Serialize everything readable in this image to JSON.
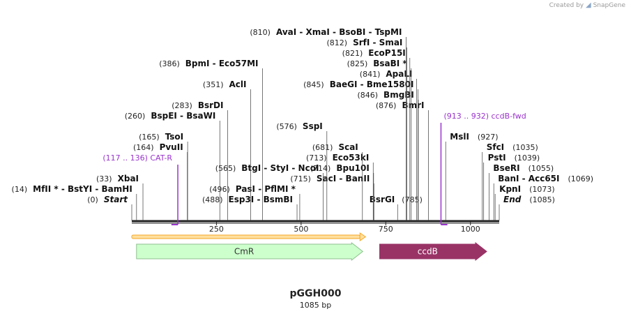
{
  "credit": {
    "prefix": "Created by",
    "logo": "SnapGene"
  },
  "title": "pGGH000",
  "subtitle": "1085 bp",
  "chart_data": {
    "type": "plasmid-map",
    "length": 1085,
    "axis": {
      "ticks": [
        250,
        500,
        750,
        1000
      ]
    },
    "sites": [
      {
        "pos": "(0)",
        "names": [
          "Start"
        ],
        "italic": true,
        "at": 0,
        "row": 0
      },
      {
        "pos": "(488)",
        "names": [
          "Esp3I",
          "BsmBI"
        ],
        "at": 488,
        "row": 0
      },
      {
        "pos": "(785)",
        "names": [
          "BsrGI"
        ],
        "at": 785,
        "row": 0,
        "after": true
      },
      {
        "pos": "(1085)",
        "names": [
          "End"
        ],
        "italic": true,
        "at": 1085,
        "row": 0
      },
      {
        "pos": "(14)",
        "names": [
          "MfII *",
          "BstYI",
          "BamHI"
        ],
        "at": 14,
        "row": 1
      },
      {
        "pos": "(496)",
        "names": [
          "PasI",
          "PflMI *"
        ],
        "at": 496,
        "row": 1
      },
      {
        "pos": "(1073)",
        "names": [
          "KpnI"
        ],
        "at": 1073,
        "row": 1
      },
      {
        "pos": "(33)",
        "names": [
          "XbaI"
        ],
        "at": 33,
        "row": 2
      },
      {
        "pos": "(715)",
        "names": [
          "SacI",
          "BanII"
        ],
        "at": 715,
        "row": 2
      },
      {
        "pos": "(1069)",
        "names": [
          "BanI",
          "Acc65I"
        ],
        "at": 1069,
        "row": 2
      },
      {
        "pos": "(565)",
        "names": [
          "BtgI",
          "StyI",
          "NcoI"
        ],
        "at": 565,
        "row": 3
      },
      {
        "pos": "(714)",
        "names": [
          "Bpu10I"
        ],
        "at": 714,
        "row": 3
      },
      {
        "pos": "(1055)",
        "names": [
          "BseRI"
        ],
        "at": 1055,
        "row": 3
      },
      {
        "pos": "(713)",
        "names": [
          "Eco53kI"
        ],
        "at": 713,
        "row": 4
      },
      {
        "pos": "(1039)",
        "names": [
          "PstI"
        ],
        "at": 1039,
        "row": 4
      },
      {
        "pos": "(164)",
        "names": [
          "PvuII"
        ],
        "at": 164,
        "row": 5
      },
      {
        "pos": "(681)",
        "names": [
          "ScaI"
        ],
        "at": 681,
        "row": 5
      },
      {
        "pos": "(1035)",
        "names": [
          "SfcI"
        ],
        "at": 1035,
        "row": 5
      },
      {
        "pos": "(165)",
        "names": [
          "TsoI"
        ],
        "at": 165,
        "row": 6
      },
      {
        "pos": "(927)",
        "names": [
          "MslI"
        ],
        "at": 927,
        "row": 6
      },
      {
        "pos": "(576)",
        "names": [
          "SspI"
        ],
        "at": 576,
        "row": 7
      },
      {
        "pos": "(260)",
        "names": [
          "BspEI",
          "BsaWI"
        ],
        "at": 260,
        "row": 8
      },
      {
        "pos": "(283)",
        "names": [
          "BsrDI"
        ],
        "at": 283,
        "row": 9
      },
      {
        "pos": "(876)",
        "names": [
          "BmrI"
        ],
        "at": 876,
        "row": 9
      },
      {
        "pos": "(846)",
        "names": [
          "BmgBI"
        ],
        "at": 846,
        "row": 10
      },
      {
        "pos": "(351)",
        "names": [
          "AclI"
        ],
        "at": 351,
        "row": 11
      },
      {
        "pos": "(845)",
        "names": [
          "BaeGI",
          "Bme1580I"
        ],
        "at": 845,
        "row": 11
      },
      {
        "pos": "(841)",
        "names": [
          "ApaLI"
        ],
        "at": 841,
        "row": 12
      },
      {
        "pos": "(386)",
        "names": [
          "BpmI",
          "Eco57MI"
        ],
        "at": 386,
        "row": 13
      },
      {
        "pos": "(825)",
        "names": [
          "BsaBI *"
        ],
        "at": 825,
        "row": 13
      },
      {
        "pos": "(821)",
        "names": [
          "EcoP15I"
        ],
        "at": 821,
        "row": 14
      },
      {
        "pos": "(812)",
        "names": [
          "SrfI",
          "SmaI"
        ],
        "at": 812,
        "row": 15
      },
      {
        "pos": "(810)",
        "names": [
          "AvaI",
          "XmaI",
          "BsoBI",
          "TspMI"
        ],
        "at": 810,
        "row": 16
      }
    ],
    "primers": [
      {
        "name": "CAT-R",
        "range": "(117 .. 136)",
        "start": 117,
        "end": 136,
        "row": 4,
        "dir": "rev"
      },
      {
        "name": "ccdB-fwd",
        "range": "(913 .. 932)",
        "start": 913,
        "end": 932,
        "row": 8,
        "dir": "fwd"
      }
    ],
    "features": [
      {
        "name": "CmR",
        "start": 14,
        "end": 682,
        "dir": "fwd",
        "color": "#ccffcc",
        "stroke": "#8fbf8f",
        "text_color": "#333333"
      },
      {
        "name": "ccdB",
        "start": 732,
        "end": 1048,
        "dir": "fwd",
        "color": "#993366",
        "stroke": "#993366",
        "text_color": "#ffffff"
      }
    ],
    "orf_color": "#f5a623",
    "primer_color": "#9933cc"
  }
}
